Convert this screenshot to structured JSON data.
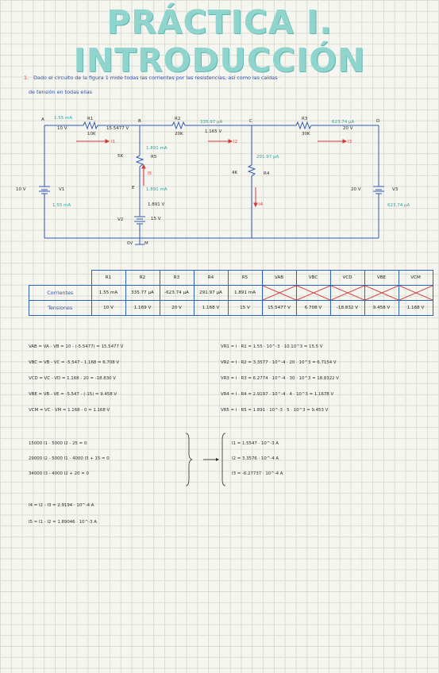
{
  "title": "PRÁCTICA I. INTRODUCCIÓN",
  "intro": {
    "number": "1.",
    "line1": "Dado el circuito de la figura 1 mide todas las corrientes por las resistencias, así como las caídas",
    "line2": "de tensión en todas ellas"
  },
  "circuit": {
    "nodes": {
      "a": "A",
      "b": "B",
      "c": "C",
      "d": "D",
      "e": "E",
      "m": "M"
    },
    "r1": {
      "name": "R1",
      "value": "10K",
      "current": "1.55 mA",
      "voltage": "15.5477 V",
      "volt_left": "10 V",
      "arrow": "I1"
    },
    "r2": {
      "name": "R2",
      "value": "20K",
      "current": "335.97 µA",
      "voltage": "1.165 V",
      "arrow": "I2"
    },
    "r3": {
      "name": "R3",
      "value": "30K",
      "current": "623.74 µA",
      "voltage": "20 V",
      "arrow": "I3"
    },
    "r4": {
      "name": "R4",
      "value": "4K",
      "current": "291.97 µA",
      "arrow": "I4"
    },
    "r5": {
      "name": "R5",
      "value": "5K",
      "current": "1.891 mA",
      "voltage": "1.891 V",
      "current2": "1.891 mA",
      "arrow": "I5"
    },
    "v1": {
      "name": "V1",
      "value": "10 V",
      "current": "1.55 mA"
    },
    "v2": {
      "name": "V2",
      "value": "15 V",
      "ground": "0V"
    },
    "v3": {
      "name": "V3",
      "value": "20 V",
      "current": "623.74 µA"
    }
  },
  "table": {
    "headers": [
      "R1",
      "R2",
      "R3",
      "R4",
      "R5",
      "VAB",
      "VBC",
      "VCD",
      "VBE",
      "VCM"
    ],
    "rows": [
      {
        "label": "Corrientes",
        "cells": [
          "1.55 mA",
          "335.77 µA",
          "-623.74 µA",
          "291.97 µA",
          "1.891 mA",
          "",
          "",
          "",
          "",
          ""
        ]
      },
      {
        "label": "Tensiones",
        "cells": [
          "10 V",
          "1.169 V",
          "20 V",
          "1.168 V",
          "15 V",
          "15.5477 V",
          "6.708 V",
          "-18.832 V",
          "9.458 V",
          "1.168 V"
        ]
      }
    ]
  },
  "equations_left": [
    "VAB = VA - VB = 10 - (-5.5477) = 15.5477 V",
    "VBC = VB - VC = -5.547 - 1.168 = 6.708 V",
    "VCD = VC - VD = 1.168 - 20 = -18.830 V",
    "VBE = VB - VE = -5.547 - (-15) = 9.458 V",
    "VCM = VC - VM = 1.168 - 0 = 1.168 V"
  ],
  "equations_right": [
    "VR1 = I · R1 = 1.55 · 10^-3 · 10.10^3 = 15.5 V",
    "VR2 = I · R2 = 3.3577 · 10^-4 · 20 · 10^3 = 6.7154 V",
    "VR3 = I · R3 = 6.2774 · 10^-4 · 30 · 10^3 = 18.8322 V",
    "VR4 = I · R4 = 2.9197 · 10^-4 · 4 · 10^3 = 1.1678 V",
    "VR5 = I · R5 = 1.891 · 10^-3 · 5 · 10^3 = 9.453 V"
  ],
  "system": {
    "eqs": [
      "15000 I1 - 5000 I2 - 25 = 0",
      "29000 I2 - 5000 I1 - 4000 I3 + 15 = 0",
      "34000 I3 - 4000 I2 + 20 = 0"
    ],
    "solutions": [
      "I1 = 1.5547 · 10^-3 A",
      "I2 = 3.3576 · 10^-4 A",
      "I3 = -6.27737 · 10^-4 A"
    ]
  },
  "results": [
    "I4 = I2 - I3 = 2.9194 · 10^-4 A",
    "I5 = I1 - I2 = 1.89046 · 10^-3 A"
  ],
  "colors": {
    "title": "#8fd4cd",
    "wire": "#2f5bb8",
    "arrow": "#d23a3a",
    "current": "#2fa39a"
  }
}
